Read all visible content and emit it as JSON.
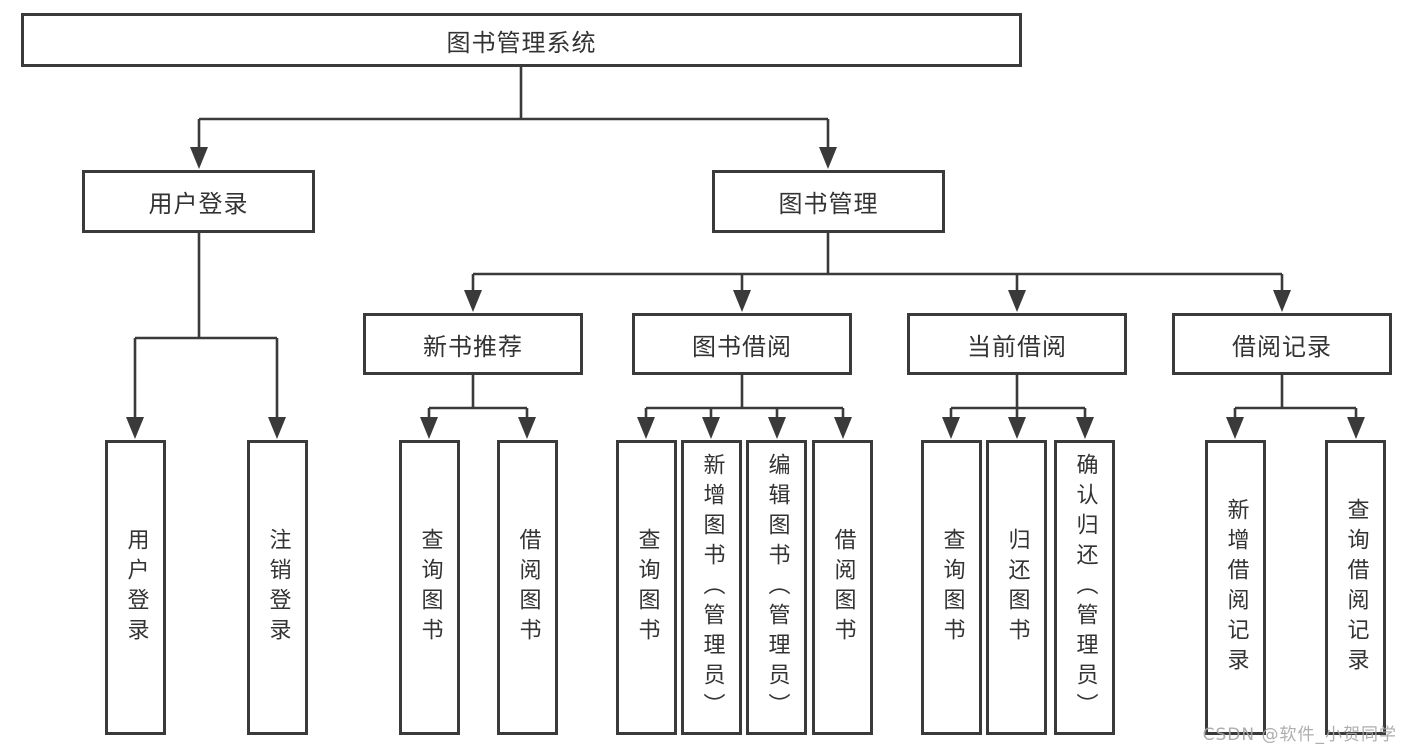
{
  "diagram": {
    "root": "图书管理系统",
    "level2": [
      "用户登录",
      "图书管理"
    ],
    "level3": [
      "新书推荐",
      "图书借阅",
      "当前借阅",
      "借阅记录"
    ],
    "leaves": [
      "用户登录",
      "注销登录",
      "查询图书",
      "借阅图书",
      "查询图书",
      "新增图书（管理员）",
      "编辑图书（管理员）",
      "借阅图书",
      "查询图书",
      "归还图书",
      "确认归还（管理员）",
      "新增借阅记录",
      "查询借阅记录"
    ]
  },
  "watermark": "CSDN @软件_小贺同学",
  "colors": {
    "line": "#3a3a3a",
    "text": "#333333",
    "background": "#ffffff",
    "watermark": "#a6a6a6"
  }
}
